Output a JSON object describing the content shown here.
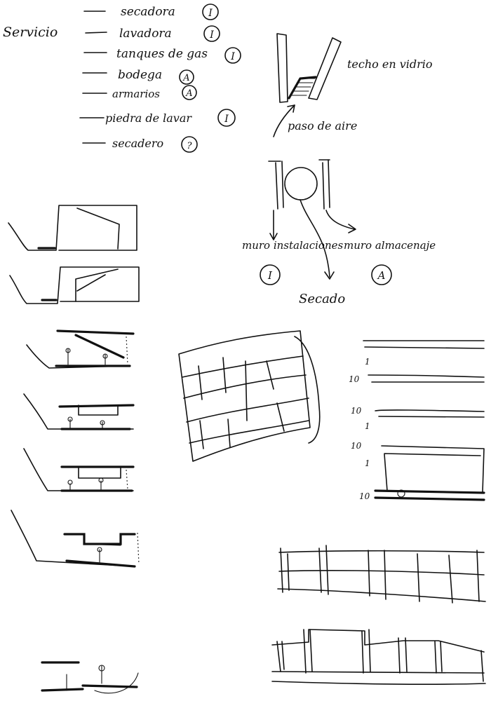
{
  "service_list": {
    "heading": "Servicio",
    "items": [
      {
        "label": "secadora",
        "code": "I"
      },
      {
        "label": "lavadora",
        "code": "I"
      },
      {
        "label": "tanques de gas",
        "code": "I"
      },
      {
        "label": "bodega",
        "code": "A"
      },
      {
        "label": "armarios",
        "code": "A"
      },
      {
        "label": "piedra de lavar",
        "code": "I"
      },
      {
        "label": "secadero",
        "code": "?"
      }
    ]
  },
  "roof_detail": {
    "roof_label": "techo en vidrio",
    "air_label": "paso de aire"
  },
  "wall_diagram": {
    "left_wall_label": "muro instalaciones",
    "left_wall_code": "I",
    "right_wall_label": "muro almacenaje",
    "right_wall_code": "A",
    "center_label": "Secado"
  },
  "section_stack": {
    "tick_labels": [
      "1",
      "10",
      "10",
      "1",
      "10",
      "1",
      "10"
    ]
  }
}
